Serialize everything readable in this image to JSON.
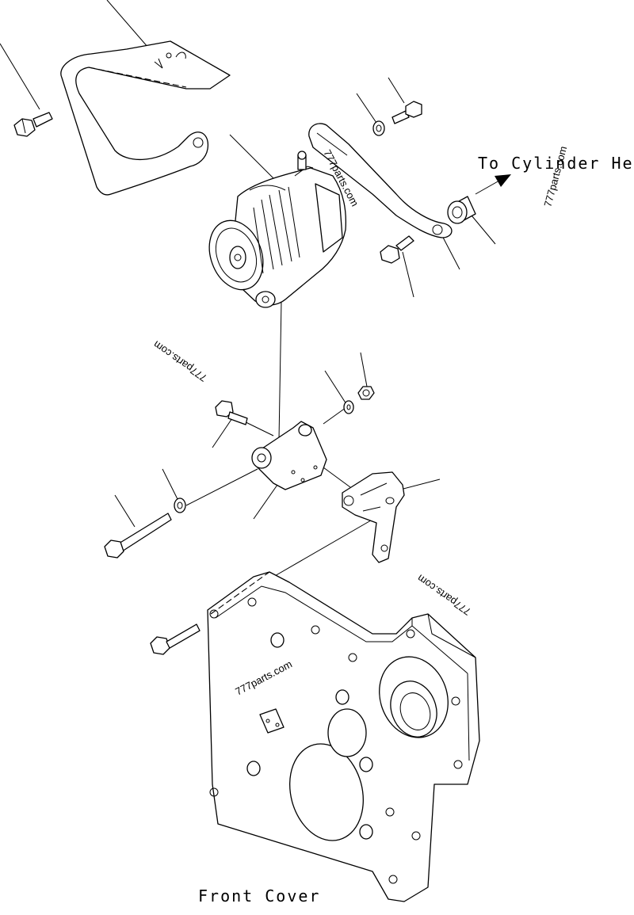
{
  "labels": {
    "to_cylinder_head": "To Cylinder Head",
    "front_cover": "Front Cover"
  },
  "watermarks": {
    "wm1": "777parts.com",
    "wm2": "777parts.com",
    "wm3": "777parts.com",
    "wm4": "777parts.com",
    "wm5": "777parts.com"
  }
}
